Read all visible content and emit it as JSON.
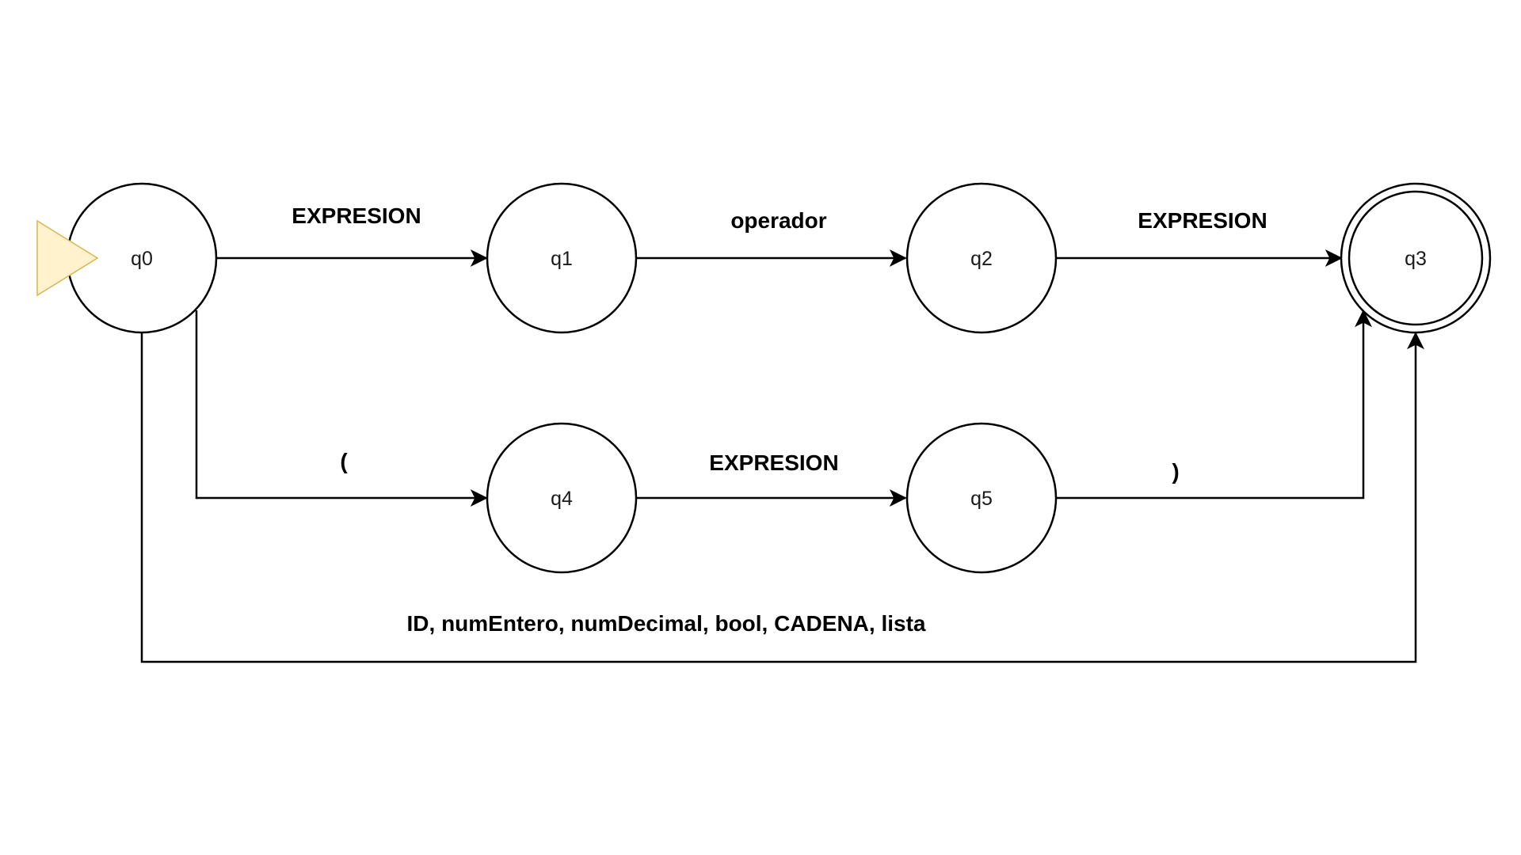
{
  "diagram": {
    "start_marker_color": "#fff2cc",
    "start_marker_stroke": "#d6b656",
    "states": [
      {
        "id": "q0",
        "label": "q0",
        "accepting": false,
        "initial": true
      },
      {
        "id": "q1",
        "label": "q1",
        "accepting": false
      },
      {
        "id": "q2",
        "label": "q2",
        "accepting": false
      },
      {
        "id": "q3",
        "label": "q3",
        "accepting": true
      },
      {
        "id": "q4",
        "label": "q4",
        "accepting": false
      },
      {
        "id": "q5",
        "label": "q5",
        "accepting": false
      }
    ],
    "transitions": [
      {
        "from": "q0",
        "to": "q1",
        "label": "EXPRESION"
      },
      {
        "from": "q1",
        "to": "q2",
        "label": "operador"
      },
      {
        "from": "q2",
        "to": "q3",
        "label": "EXPRESION"
      },
      {
        "from": "q0",
        "to": "q4",
        "label": "("
      },
      {
        "from": "q4",
        "to": "q5",
        "label": "EXPRESION"
      },
      {
        "from": "q5",
        "to": "q3",
        "label": ")"
      },
      {
        "from": "q0",
        "to": "q3",
        "label": "ID, numEntero, numDecimal, bool, CADENA, lista"
      }
    ]
  }
}
